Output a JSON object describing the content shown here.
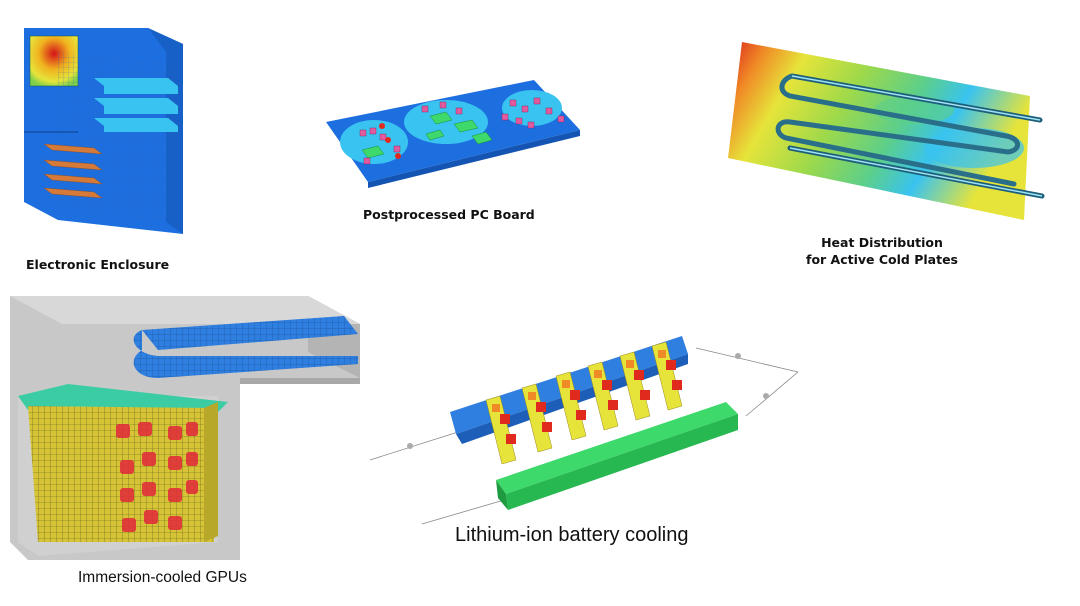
{
  "captions": {
    "enclosure": "Electronic Enclosure",
    "pcboard": "Postprocessed PC Board",
    "cold_plates_line1": "Heat Distribution",
    "cold_plates_line2": "for Active Cold Plates",
    "gpus": "Immersion-cooled GPUs",
    "battery": "Lithium-ion battery cooling"
  },
  "colors": {
    "cfd_blue": "#1f6fe0",
    "cfd_cyan": "#39c3f0",
    "cfd_green": "#3dd96b",
    "cfd_yellow": "#e6e43a",
    "cfd_orange": "#f08a26",
    "cfd_red": "#e02a1e",
    "mesh_yellow": "#d6c436",
    "teal": "#3ccca4",
    "enclosure_gray": "#c8c8c8"
  }
}
